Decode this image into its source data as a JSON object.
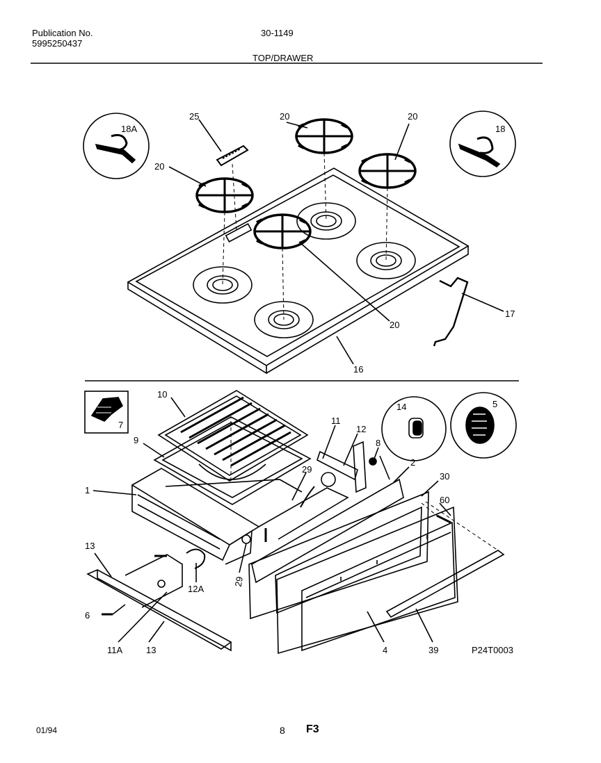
{
  "header": {
    "publication_label": "Publication No.",
    "publication_number": "5995250437",
    "model_number": "30-1149",
    "section_title": "TOP/DRAWER"
  },
  "callouts": {
    "c18A": "18A",
    "c18": "18",
    "c25": "25",
    "c20a": "20",
    "c20b": "20",
    "c20c": "20",
    "c20d": "20",
    "c16": "16",
    "c17": "17",
    "c7": "7",
    "c10": "10",
    "c9": "9",
    "c1": "1",
    "c11": "11",
    "c12": "12",
    "c8": "8",
    "c14": "14",
    "c5": "5",
    "c2": "2",
    "c30": "30",
    "c60": "60",
    "c29a": "29",
    "c29b": "29",
    "c13a": "13",
    "c13b": "13",
    "c6": "6",
    "c11A": "11A",
    "c12A": "12A",
    "c4": "4",
    "c39": "39"
  },
  "drawing_code": "P24T0003",
  "footer": {
    "date": "01/94",
    "page": "8",
    "code": "F3"
  }
}
